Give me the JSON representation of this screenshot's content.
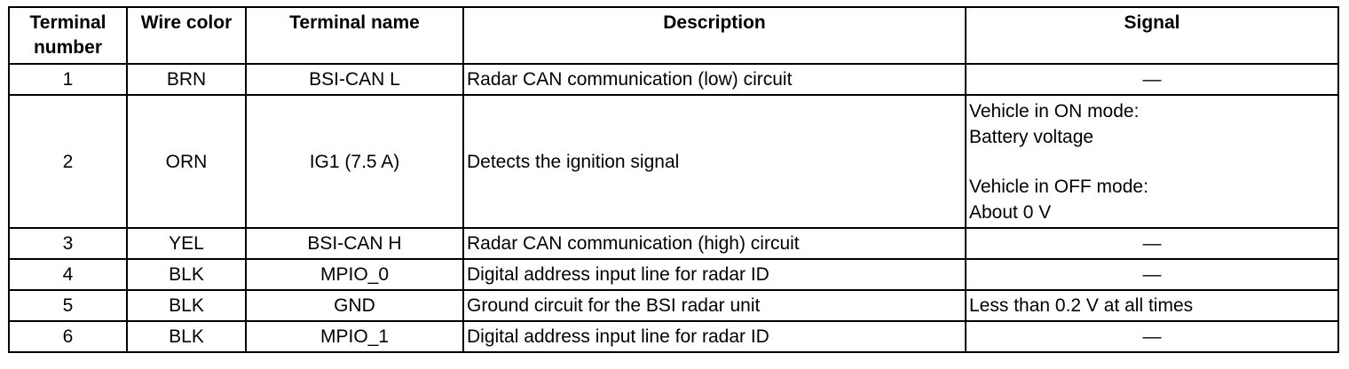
{
  "table": {
    "headers": {
      "terminal_number": "Terminal number",
      "wire_color": "Wire color",
      "terminal_name": "Terminal name",
      "description": "Description",
      "signal": "Signal"
    },
    "rows": [
      {
        "number": "1",
        "wire_color": "BRN",
        "terminal_name": "BSI-CAN L",
        "description": "Radar CAN communication (low) circuit",
        "signal": "—"
      },
      {
        "number": "2",
        "wire_color": "ORN",
        "terminal_name": "IG1 (7.5 A)",
        "description": "Detects the ignition signal",
        "signal_lines": [
          "Vehicle in ON mode:",
          "Battery voltage",
          "Vehicle in OFF mode:",
          "About 0 V"
        ]
      },
      {
        "number": "3",
        "wire_color": "YEL",
        "terminal_name": "BSI-CAN H",
        "description": "Radar CAN communication (high) circuit",
        "signal": "—"
      },
      {
        "number": "4",
        "wire_color": "BLK",
        "terminal_name": "MPIO_0",
        "description": "Digital address input line for radar ID",
        "signal": "—"
      },
      {
        "number": "5",
        "wire_color": "BLK",
        "terminal_name": "GND",
        "description": "Ground circuit for the BSI radar unit",
        "signal": "Less than 0.2 V at all times"
      },
      {
        "number": "6",
        "wire_color": "BLK",
        "terminal_name": "MPIO_1",
        "description": "Digital address input line for radar ID",
        "signal": "—"
      }
    ]
  }
}
